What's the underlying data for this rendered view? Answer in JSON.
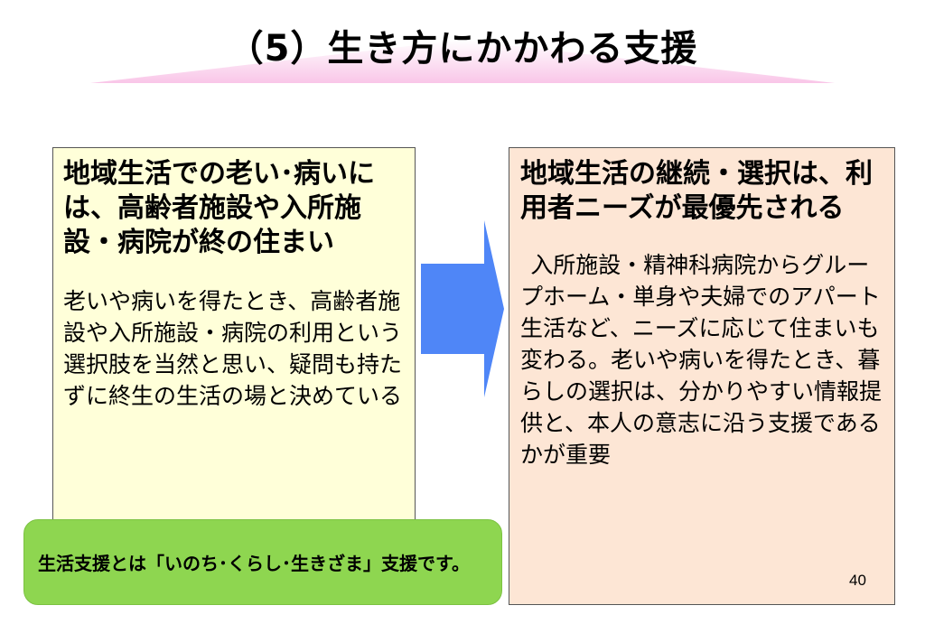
{
  "slide": {
    "title": "（5）生き方にかかわる支援",
    "page_number": "40",
    "colors": {
      "title_band": "#f9c6e8",
      "left_panel_bg": "#ffffd9",
      "right_panel_bg": "#fde6d5",
      "arrow": "#4f86f7",
      "green_box": "#8ed650"
    }
  },
  "left_panel": {
    "heading": "地域生活での老い･病いには、高齢者施設や入所施設・病院が終の住まい",
    "body": "老いや病いを得たとき、高齢者施設や入所施設・病院の利用という選択肢を当然と思い、疑問も持たずに終生の生活の場と決めている"
  },
  "right_panel": {
    "heading": "地域生活の継続・選択は、利用者ニーズが最優先される",
    "body": "入所施設・精神科病院からグループホーム・単身や夫婦でのアパート生活など、ニーズに応じて住まいも変わる。老いや病いを得たとき、暮らしの選択は、分かりやすい情報提供と、本人の意志に沿う支援であるかが重要"
  },
  "green_box": {
    "text": "生活支援とは「いのち･くらし･生きざま」支援です。"
  },
  "icons": {
    "arrow": "right-arrow-icon"
  }
}
